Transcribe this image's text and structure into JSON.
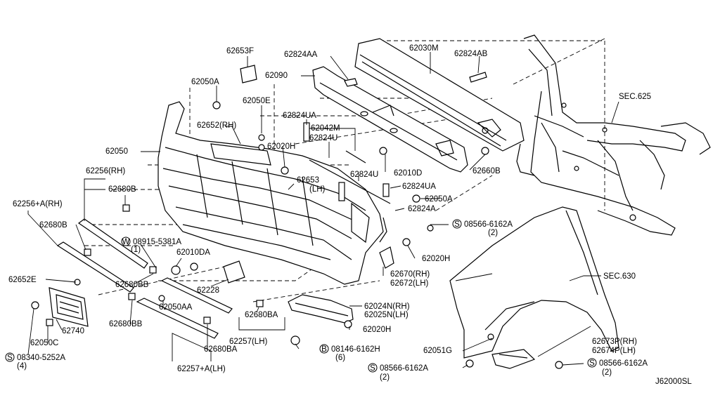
{
  "title": "",
  "diagram_code": "J62000SL",
  "labels": {
    "p62653F": "62653F",
    "p62824AA": "62824AA",
    "p62030M": "62030M",
    "p62824AB": "62824AB",
    "p62090": "62090",
    "p62050A_top": "62050A",
    "p62050E": "62050E",
    "p62824UA_top": "62824UA",
    "p62652RH": "62652(RH)",
    "p62042M": "62042M",
    "p62824U_top": "62824U",
    "p62050": "62050",
    "p62020H_top": "62020H",
    "p62010D": "62010D",
    "p62660B": "62660B",
    "p62256RH": "62256(RH)",
    "p62680B_top": "62680B",
    "p62653": "62653",
    "p62653LH": "(LH)",
    "p62824U_mid": "62824U",
    "p62824UA_mid": "62824UA",
    "p62050A_mid": "62050A",
    "p62256ARH": "62256+A(RH)",
    "p62824A": "62824A",
    "p62680B_left": "62680B",
    "p08566_top": "08566-6162A",
    "p08566_top_qty": "(2)",
    "p08915": "08915-5381A",
    "p08915_qty": "(1)",
    "p62010DA": "62010DA",
    "p62020H_mid": "62020H",
    "p62670RH": "62670(RH)",
    "p62672LH": "62672(LH)",
    "p62652E": "62652E",
    "p62680BB_mid": "62680BB",
    "p62228": "62228",
    "p62050AA": "62050AA",
    "p62024N": "62024N(RH)",
    "p62025N": "62025N(LH)",
    "p62680BA_mid": "62680BA",
    "p62680BB_low": "62680BB",
    "p62740": "62740",
    "p62257LH": "62257(LH)",
    "p62020H_low": "62020H",
    "p62050C": "62050C",
    "p62680BA_low": "62680BA",
    "p08146": "08146-6162H",
    "p08146_qty": "(6)",
    "p08340": "08340-5252A",
    "p08340_qty": "(4)",
    "p62257ALH": "62257+A(LH)",
    "p62051G": "62051G",
    "p08566_bot": "08566-6162A",
    "p08566_bot_qty": "(2)",
    "p08566_right": "08566-6162A",
    "p08566_right_qty": "(2)",
    "p62673P": "62673P(RH)",
    "p62674P": "62674P(LH)",
    "sec625": "SEC.625",
    "sec630": "SEC.630"
  },
  "symbols": {
    "s": "S",
    "w": "W",
    "b": "B"
  }
}
